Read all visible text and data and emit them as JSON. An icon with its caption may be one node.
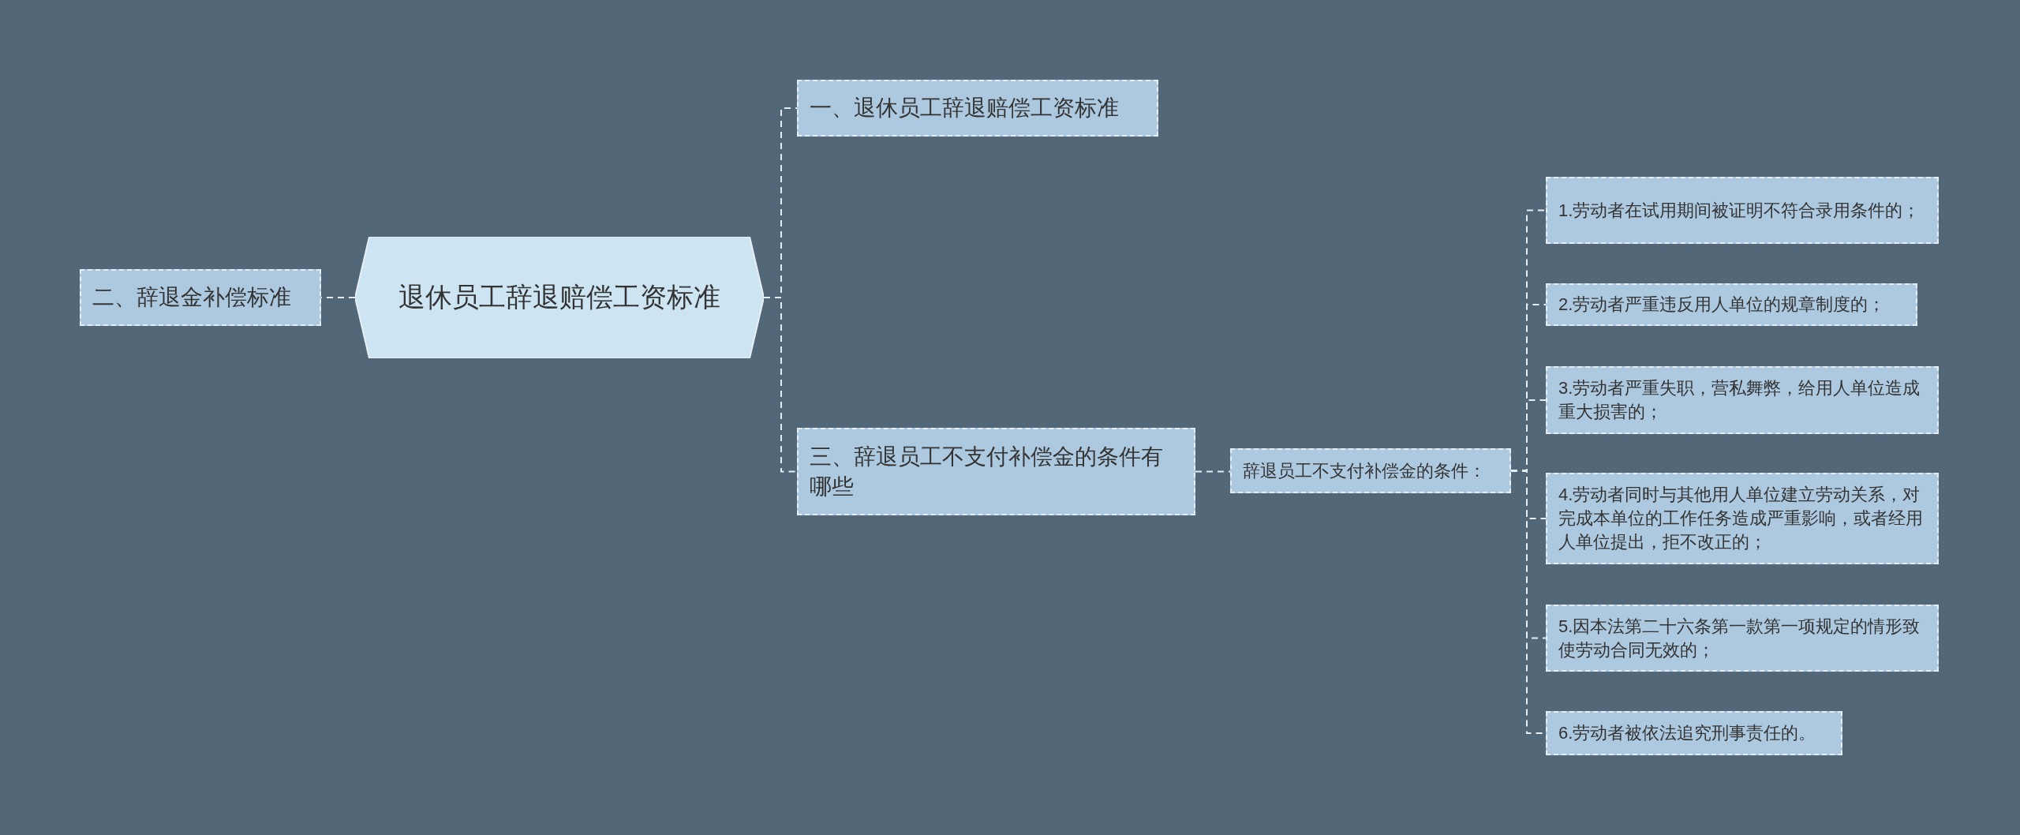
{
  "diagram": {
    "nodes": [
      {
        "text": [
          "退休员工辞退赔偿工资标准"
        ]
      },
      {
        "text": [
          "二、辞退金补偿标准"
        ]
      },
      {
        "text": [
          "一、退休员工辞退赔偿工资标准"
        ]
      },
      {
        "text": [
          "三、辞退员工不支付补偿金的条件有哪些"
        ]
      },
      {
        "text": [
          "辞退员工不支付补偿金的条件："
        ]
      },
      {
        "text": [
          "1.劳动者在试用期间被证明不符合录用条件的；"
        ]
      },
      {
        "text": [
          "2.劳动者严重违反用人单位的规章制度的；"
        ]
      },
      {
        "text": [
          "3.劳动者严重失职，营私舞弊，给用人单位造成重大损害的；"
        ]
      },
      {
        "text": [
          "4.劳动者同时与其他用人单位建立劳动关系，对完成本单位的工作任务造成严重影响，或者经用人单位提出，拒不改正的；"
        ]
      },
      {
        "text": [
          "5.因本法第二十六条第一款第一项规定的情形致使劳动合同无效的；"
        ]
      },
      {
        "text": [
          "6.劳动者被依法追究刑事责任的。"
        ]
      }
    ],
    "edges": [
      {
        "from": 0,
        "to": 1,
        "arrow": "none"
      },
      {
        "from": 0,
        "to": 2,
        "arrow": "none"
      },
      {
        "from": 0,
        "to": 3,
        "arrow": "none"
      },
      {
        "from": 3,
        "to": 4,
        "arrow": "none"
      },
      {
        "from": 4,
        "to": 5,
        "arrow": "none"
      },
      {
        "from": 4,
        "to": 6,
        "arrow": "none"
      },
      {
        "from": 4,
        "to": 7,
        "arrow": "none"
      },
      {
        "from": 4,
        "to": 8,
        "arrow": "none"
      },
      {
        "from": 4,
        "to": 9,
        "arrow": "none"
      },
      {
        "from": 4,
        "to": 10,
        "arrow": "none"
      }
    ]
  }
}
